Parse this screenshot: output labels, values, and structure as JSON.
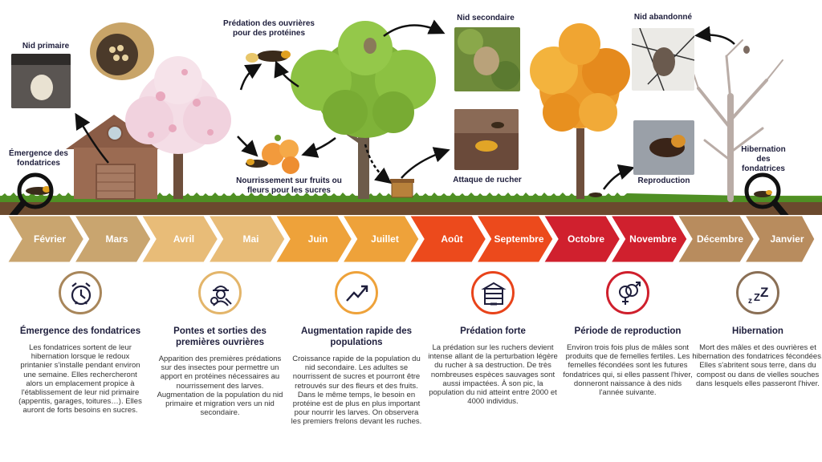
{
  "illustration": {
    "labels": {
      "nid_primaire": "Nid primaire",
      "emergence": "Émergence des fondatrices",
      "predation_proteines": "Prédation des ouvrières pour des protéines",
      "nourrissement": "Nourrissement sur fruits ou fleurs pour les sucres",
      "nid_secondaire": "Nid secondaire",
      "attaque_rucher": "Attaque de rucher",
      "nid_abandonne": "Nid abandonné",
      "reproduction": "Reproduction",
      "hibernation_fondatrices": "Hibernation des fondatrices"
    }
  },
  "timeline": {
    "months": [
      "Février",
      "Mars",
      "Avril",
      "Mai",
      "Juin",
      "Juillet",
      "Août",
      "Septembre",
      "Octobre",
      "Novembre",
      "Décembre",
      "Janvier"
    ],
    "colors": [
      "#c9a56f",
      "#c9a56f",
      "#e8bc78",
      "#e8bc78",
      "#eea23a",
      "#eea23a",
      "#ec4a1c",
      "#ec4a1c",
      "#d0202e",
      "#d0202e",
      "#b88c5e",
      "#b88c5e"
    ]
  },
  "phases": [
    {
      "title": "Émergence des fondatrices",
      "color": "#a8865a",
      "icon": "alarm-clock-icon",
      "text": "Les fondatrices sortent de leur hibernation lorsque le redoux printanier s'installe pendant environ une semaine. Elles rechercheront alors un emplacement propice à l'établissement de leur nid primaire (appentis, garages, toitures…). Elles auront de forts besoins en sucres."
    },
    {
      "title": "Pontes et sorties des premières ouvrières",
      "color": "#e3b56a",
      "icon": "worker-icon",
      "text": "Apparition des premières prédations sur des insectes pour permettre un apport en protéines nécessaires au nourrissement des larves. Augmentation de la population du nid primaire et migration vers un nid secondaire."
    },
    {
      "title": "Augmentation rapide des populations",
      "color": "#eea23a",
      "icon": "growth-chart-icon",
      "text": "Croissance rapide de la population du nid secondaire. Les adultes se nourrissent de sucres et pourront être retrouvés sur des fleurs et des fruits. Dans le même temps, le besoin en protéine est de plus en plus important pour nourrir les larves. On observera les premiers frelons devant les ruches."
    },
    {
      "title": "Prédation forte",
      "color": "#e8431a",
      "icon": "beehive-icon",
      "text": "La prédation sur les ruchers devient intense allant de la perturbation légère du rucher à sa destruction. De très nombreuses espèces sauvages sont aussi impactées. À son pic, la population du nid atteint entre 2000 et 4000 individus."
    },
    {
      "title": "Période de reproduction",
      "color": "#cf1f2c",
      "icon": "gender-symbols-icon",
      "text": "Environ trois fois plus de mâles sont produits que de femelles fertiles. Les femelles fécondées sont les futures fondatrices qui, si elles passent l'hiver, donneront naissance à des nids l'année suivante."
    },
    {
      "title": "Hibernation",
      "color": "#8a6f55",
      "icon": "sleep-icon",
      "text": "Mort des mâles et des ouvrières et hibernation des fondatrices fécondées. Elles s'abritent sous terre, dans du compost ou dans de vielles souches dans lesquels elles passeront l'hiver."
    }
  ]
}
